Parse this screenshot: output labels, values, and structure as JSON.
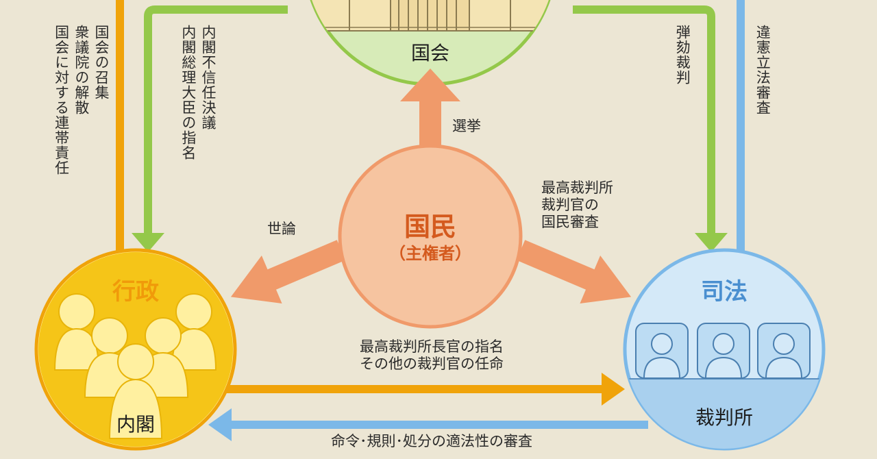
{
  "colors": {
    "background": "#ece6d4",
    "executive": "#f5c518",
    "executive_arrow": "#f0a30a",
    "judiciary": "#bcdcf3",
    "judiciary_arrow": "#7bb8e8",
    "diet_fill": "#d7ebb8",
    "diet_arrow": "#94c84a",
    "people": "#f6c4a0",
    "people_arrow": "#f09a6a"
  },
  "nodes": {
    "diet": {
      "label": "国会"
    },
    "people": {
      "title": "国民",
      "subtitle": "（主権者）"
    },
    "executive": {
      "title": "行政",
      "sublabel": "内閣",
      "icon": "people-group-icon"
    },
    "judiciary": {
      "title": "司法",
      "sublabel": "裁判所",
      "icon": "judges-icon"
    }
  },
  "arrows": {
    "people_to_diet": "選挙",
    "people_to_executive": "世論",
    "people_to_judiciary": [
      "最高裁判所",
      "裁判官の",
      "国民審査"
    ],
    "executive_to_diet": [
      "国会の召集",
      "衆議院の解散",
      "国会に対する連帯責任"
    ],
    "diet_to_executive": [
      "内閣不信任決議",
      "内閣総理大臣の指名"
    ],
    "diet_to_judiciary": "弾劾裁判",
    "judiciary_to_diet": "違憲立法審査",
    "executive_to_judiciary": [
      "最高裁判所長官の指名",
      "その他の裁判官の任命"
    ],
    "judiciary_to_executive": "命令･規則･処分の適法性の審査"
  }
}
